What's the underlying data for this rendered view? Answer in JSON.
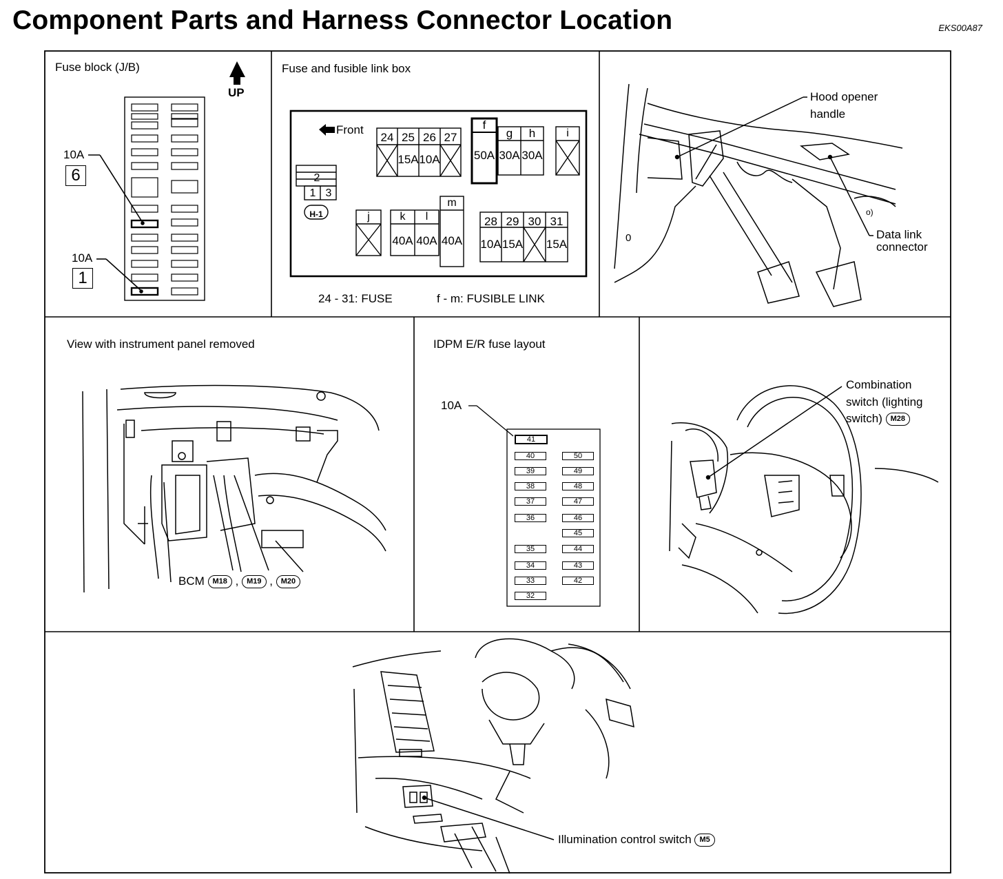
{
  "header": {
    "title": "Component Parts and Harness Connector Location",
    "code": "EKS00A87"
  },
  "panel1": {
    "title": "Fuse block (J/B)",
    "up_label": "UP",
    "fuse_a_amp": "10A",
    "fuse_a_num": "6",
    "fuse_b_amp": "10A",
    "fuse_b_num": "1"
  },
  "panel2": {
    "title": "Fuse and fusible link box",
    "front_label": "Front",
    "relay": {
      "top": "2",
      "left": "1",
      "right": "3",
      "connector": "H-1"
    },
    "fuses_top": [
      "24",
      "25",
      "26",
      "27"
    ],
    "fuses_top_amps": [
      "",
      "15A",
      "10A",
      ""
    ],
    "link_f": {
      "id": "f",
      "amp": "50A"
    },
    "links_gh": [
      {
        "id": "g",
        "amp": "30A"
      },
      {
        "id": "h",
        "amp": "30A"
      }
    ],
    "link_i": {
      "id": "i",
      "amp": ""
    },
    "link_j": {
      "id": "j",
      "amp": ""
    },
    "links_kl": [
      {
        "id": "k",
        "amp": "40A"
      },
      {
        "id": "l",
        "amp": "40A"
      }
    ],
    "link_m": {
      "id": "m",
      "amp": "40A"
    },
    "fuses_bottom": [
      "28",
      "29",
      "30",
      "31"
    ],
    "fuses_bottom_amps": [
      "10A",
      "15A",
      "",
      "15A"
    ],
    "legend_fuse": "24 - 31: FUSE",
    "legend_link": "f - m: FUSIBLE LINK"
  },
  "panel3": {
    "hood_label_1": "Hood opener",
    "hood_label_2": "handle",
    "dlc_label_1": "Data link",
    "dlc_label_2": "connector"
  },
  "panel4": {
    "title": "View with instrument panel removed",
    "bcm_label": "BCM",
    "connectors": [
      "M18",
      "M19",
      "M20"
    ],
    "separator": ","
  },
  "panel5": {
    "title": "IDPM E/R fuse layout",
    "amp_label": "10A",
    "left_col": [
      "41",
      "40",
      "39",
      "38",
      "37",
      "36",
      "",
      "35",
      "34",
      "33",
      "32"
    ],
    "right_col": [
      "",
      "50",
      "49",
      "48",
      "47",
      "46",
      "45",
      "44",
      "43",
      "42",
      ""
    ]
  },
  "panel6": {
    "label_1": "Combination",
    "label_2": "switch (lighting",
    "label_3": "switch)",
    "connector": "M28"
  },
  "panel7": {
    "label": "Illumination control switch",
    "connector": "M5"
  }
}
